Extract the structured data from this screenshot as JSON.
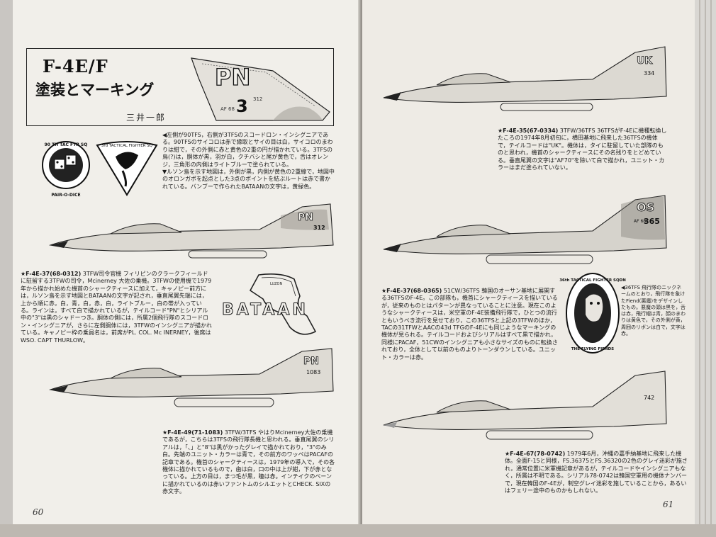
{
  "left_page": {
    "title": "F-4E/F",
    "subtitle": "塗装とマーキング",
    "author": "三井一郎",
    "tail_art": {
      "code": "PN",
      "number": "3",
      "small_left": "AF 68",
      "small_right": "312"
    },
    "badge_left": {
      "top": "90 TH TAC FTR SQ",
      "bottom": "PAIR-O-DICE"
    },
    "badge_right": {
      "top": "3rd TACTICAL FIGHTER SQ"
    },
    "intro_caption": "◀左側が90TFS，右側が3TFSのスコードロン・インシグニアである。90TFSのサイコロは赤で縁取とサイの目は白，サイコロのまわりは紺で，その外側に赤と黄色の2重の円が描かれている。3TFSの鳥(?)は，胴体が黒，羽が白，クチバシと尾が黄色で，舌はオレンジ，三角形の内側はライトブルーで塗られている。\n▼ルソン島を示す地図は，外側が黒，内側が黄色の2重線で，地図中のオロンガポを起点とした3点のポイントを結ぶルートは赤で書かれている。バンブーで作られたBATAANの文字は，黄緑色。",
    "aircraft1": {
      "tail": "PN",
      "serial": "312"
    },
    "caption1_head": "★F-4E-37(68-0312)",
    "caption1": "3TFW司令官機 フィリピンのクラークフィールドに駐留する3TFWの司令，Mcinerney 大佐の乗機。3TFWの使用機で1979年から描かれ始めた機首のシャークティースに加えて，キャノピー前方には，ルソン島を示す地図とBATAANの文字が記され，垂直尾翼先端には，上から順に赤，白，青，白，赤，白，ライトブルー，白の帯が入っている。ラインは，すべて白で描かれているが，テイルコード\"PN\"とシリアル中の\"3\"は黒のシャドーつき。胴体の側には，所属2個飛行隊のスコードロン・インシグニアが，さらに左側胴体には，3TFWのインシグニアが描かれている。キャノピー枠の乗員名は，前席がPL. COL. Mc INERNEY，後席はWSO. CAPT THURLOW。",
    "map_label": "BATAAN",
    "map_small": "LUZON",
    "aircraft2": {
      "tail": "PN",
      "serial": "1083"
    },
    "caption2_head": "★F-4E-49(71-1083)",
    "caption2": "3TFW/3TFS やはりMcinerney大佐の乗機であるが，こちらは3TFSの飛行隊長機と思われる。垂直尾翼のシリアルは，「、」と\"8\"は黒がかったグレイで描かれており，\"3\"のみ白。先端のユニット・カラーは青で，その前方のワッペはPACAFの記章である。機首のシャークティースは，1979年の導入で，その各機体に描かれているもので，歯は白，口の中は上が紺，下が赤となっている。上方の目は，まつ毛が黒，瞳は赤。インテイクのベーンに描かれているのは赤いファントムのシルエットとCHECK. SIXの赤文字。",
    "page_number": "60"
  },
  "right_page": {
    "aircraft3": {
      "tail": "UK",
      "serial": "334"
    },
    "caption3_head": "★F-4E-35(67-0334)",
    "caption3": "3TFW/36TFS 36TFSがF-4Eに機種転換したころの1974年8月初旬に，横田基地に飛来した36TFSの機体で，テイルコードは\"UK\"。機体は，タイに駐留していた部隊のものと思われ，機首のシャークティースにその名残りをとどめている。垂直尾翼の文字は\"AF70\"を除いて白で描かれ，ユニット・カラーはまだ塗られていない。",
    "aircraft4": {
      "tail": "OS",
      "serial": "365",
      "small": "AF 68"
    },
    "caption4_head": "★F-4E-37(68-0365)",
    "caption4": "51CW/36TFS 韓国のオーサン基地に展開する36TFSのF-4E。この部隊も，機首にシャークティースを描いているが，従来のものとはパターンが異なっていることに注意。現在このようなシャークティースは，米空軍のF-4E装備飛行隊で，ひとつの流行ともいうべき流行を見せており，この36TFSと上記の3TFWのほか，TACの31TFWとAACの43d TFGのF-4Eにも同じようなマーキングの機体が見られる。テイルコードおよびシリアルはすべて黒で描かれ，同様にPACAF，51CWのインシグニアも小さなサイズのものに転換されており，全体として以前のものよりトーンダウンしている。ユニット・カラーは赤。",
    "badge": {
      "top": "36th TACTICAL FIGHTER SQDN",
      "bottom": "THE FLYING FIENDS"
    },
    "badge_caption": "◀36TFS 飛行隊のニックネームのとおり，飛行隊を象けたFiend(悪魔)をデザインしたもの。悪魔の頭は黒を，舌は赤，飛行帽は青，顔のまわりは黄色で，その外側が黄，周囲のリボンは白で，文字は赤。",
    "aircraft5": {
      "tail": "",
      "serial": "742"
    },
    "caption5_head": "★F-4E-67(78-0742)",
    "caption5": "1979年6月，沖縄の嘉手納基地に飛来した機体。全面F-15と同様，FS.36375とFS.36320の2色のグレイ迷彩が施され，通常位置に米軍機記章があるが，テイルコードやインシグニアもなく，所属は不明である。シリアル78-0742は韓国空軍用の機体ナンバーで，現在韓国のF-4Eが，制空グレイ迷彩を施していることから，あるいはフェリー途中のものかもしれない。",
    "page_number": "61"
  }
}
